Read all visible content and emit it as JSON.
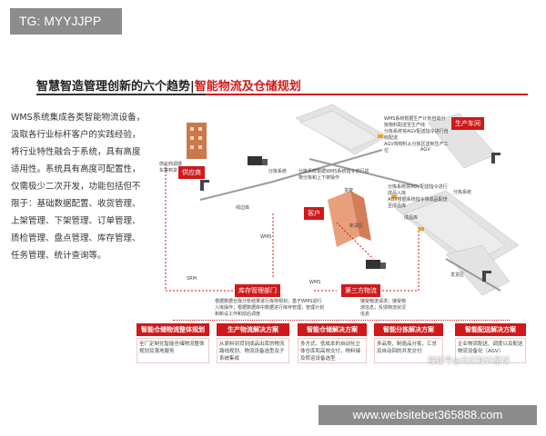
{
  "tag": "TG: MYYJJPP",
  "title_part1": "智慧智造管理创新的六个趋势|",
  "title_part2": "智能物流及仓储规划",
  "intro": "WMS系统集成各类智能物流设备，汲取各行业标杆客户的实践经验，将行业特性融合于系统，具有高度适用性。系统具有高度可配置性，仅需极少二次开发，功能包括但不限于：基础数据配置、收货管理、上架管理、下架管理、订单管理、质检管理、盘点管理、库存管理、任务管理、统计查询等。",
  "nodes": {
    "supplier": "供应商",
    "customer": "客户",
    "production": "生产车间",
    "warehouse_dept": "库存管理部门",
    "third_party": "第三方物流"
  },
  "small_labels": {
    "sorting": "分拣系统",
    "line_side": "线边库",
    "agv": "AGV",
    "new_items": "新货区",
    "finished": "成品库",
    "shelf": "货架",
    "wms": "WMS",
    "srm": "SRM",
    "wms2": "WMS",
    "sorting2": "分拣系统",
    "shipping": "发货区",
    "supplier_note": "供应商调拨车等到货",
    "sort_note": "分拣系统根据WMS系统指令进行货物分拣和上下架操作",
    "prod_note1": "WMS系统根据生产计划自动分拣物料配送至生产线",
    "prod_note2": "分拣系统将AGV配送指令进行自动配送",
    "prod_note3": "AGV将物料从分拣区送到生产工位",
    "prod_note4": "分拣系统将AGV配送指令进行成品入库",
    "prod_note5": "AGV根据系统指令将成品配送至成品库",
    "dept_note": "根据数据仓库分析结果进行库存规划；基于WMS进行入库操作；根据数据库中数据进行库存管理；管理计划和新设工作和前后调度",
    "third_note": "接受物流请求；接受物流信息；反馈物流状况信息"
  },
  "solutions": [
    {
      "title": "智能仓储物流整体规划",
      "desc": "全厂定制化智能仓储物流整体规划及落地服务"
    },
    {
      "title": "生产物流解决方案",
      "desc": "从原料到货到成品出库的物流路线规划、物流设备选型及子系统集成"
    },
    {
      "title": "智能仓储解决方案",
      "desc": "多方式、低成本的自动化立体仓库和高效交付，物料储及转运设备选型"
    },
    {
      "title": "智能分拣解决方案",
      "desc": "多品类、制造品分拣，汇总及自动回的并发交付"
    },
    {
      "title": "智能配送解决方案",
      "desc": "企业物流配送、调度以及配送物流设备化（AGV）"
    }
  ],
  "watermark_small": "搜狐号@元亿知识星球",
  "watermark_url": "www.websitebet365888.com"
}
